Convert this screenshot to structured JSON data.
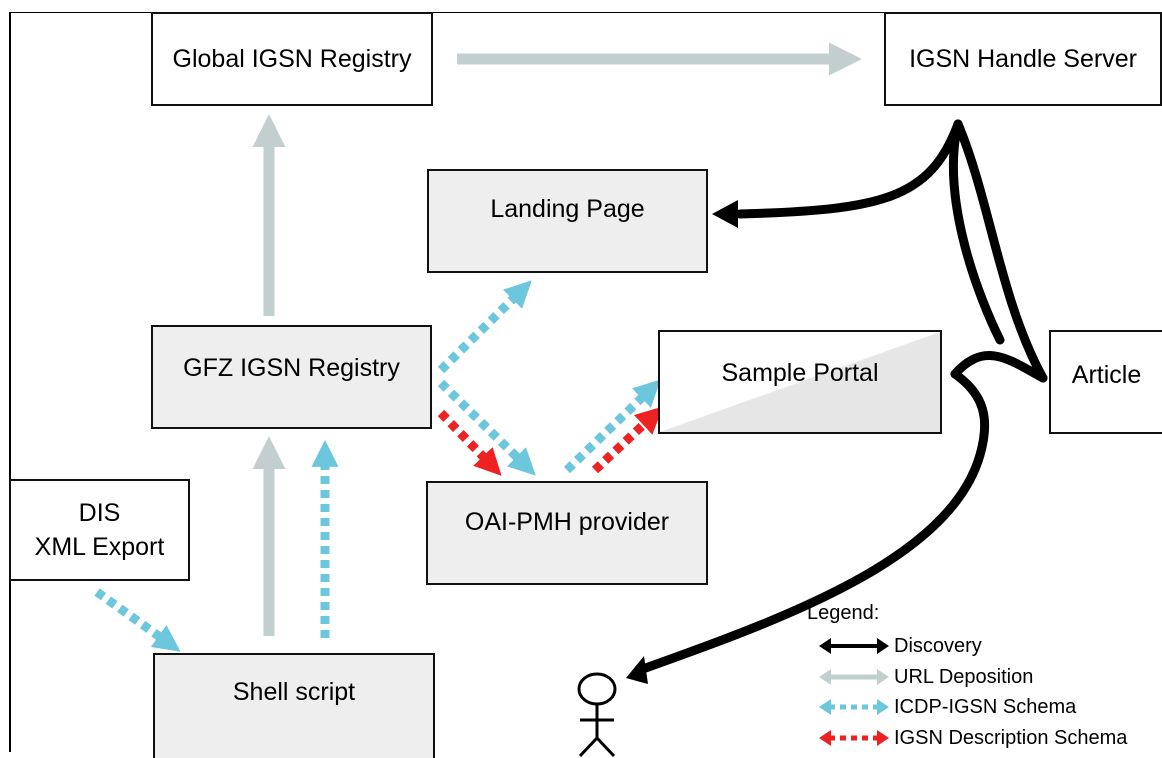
{
  "nodes": {
    "global_registry": "Global IGSN Registry",
    "handle_server": "IGSN Handle Server",
    "landing_page": "Landing Page",
    "gfz_registry": "GFZ IGSN Registry",
    "sample_portal": "Sample Portal",
    "article": "Article",
    "dis_line1": "DIS",
    "dis_line2": "XML Export",
    "oai_provider": "OAI-PMH provider",
    "shell_script": "Shell script"
  },
  "legend": {
    "title": "Legend:",
    "items": [
      {
        "label": "Discovery",
        "color": "#000000",
        "style": "solid"
      },
      {
        "label": "URL Deposition",
        "color": "#c3cfce",
        "style": "solid"
      },
      {
        "label": "ICDP-IGSN Schema",
        "color": "#6cc6dc",
        "style": "dashed"
      },
      {
        "label": "IGSN Description Schema",
        "color": "#ee2222",
        "style": "dashed"
      }
    ]
  },
  "colors": {
    "discovery": "#000000",
    "url_deposition": "#c3cfce",
    "icdp_schema": "#6cc6dc",
    "igsn_description": "#ee2222",
    "box_fill": "#eeeeee"
  }
}
